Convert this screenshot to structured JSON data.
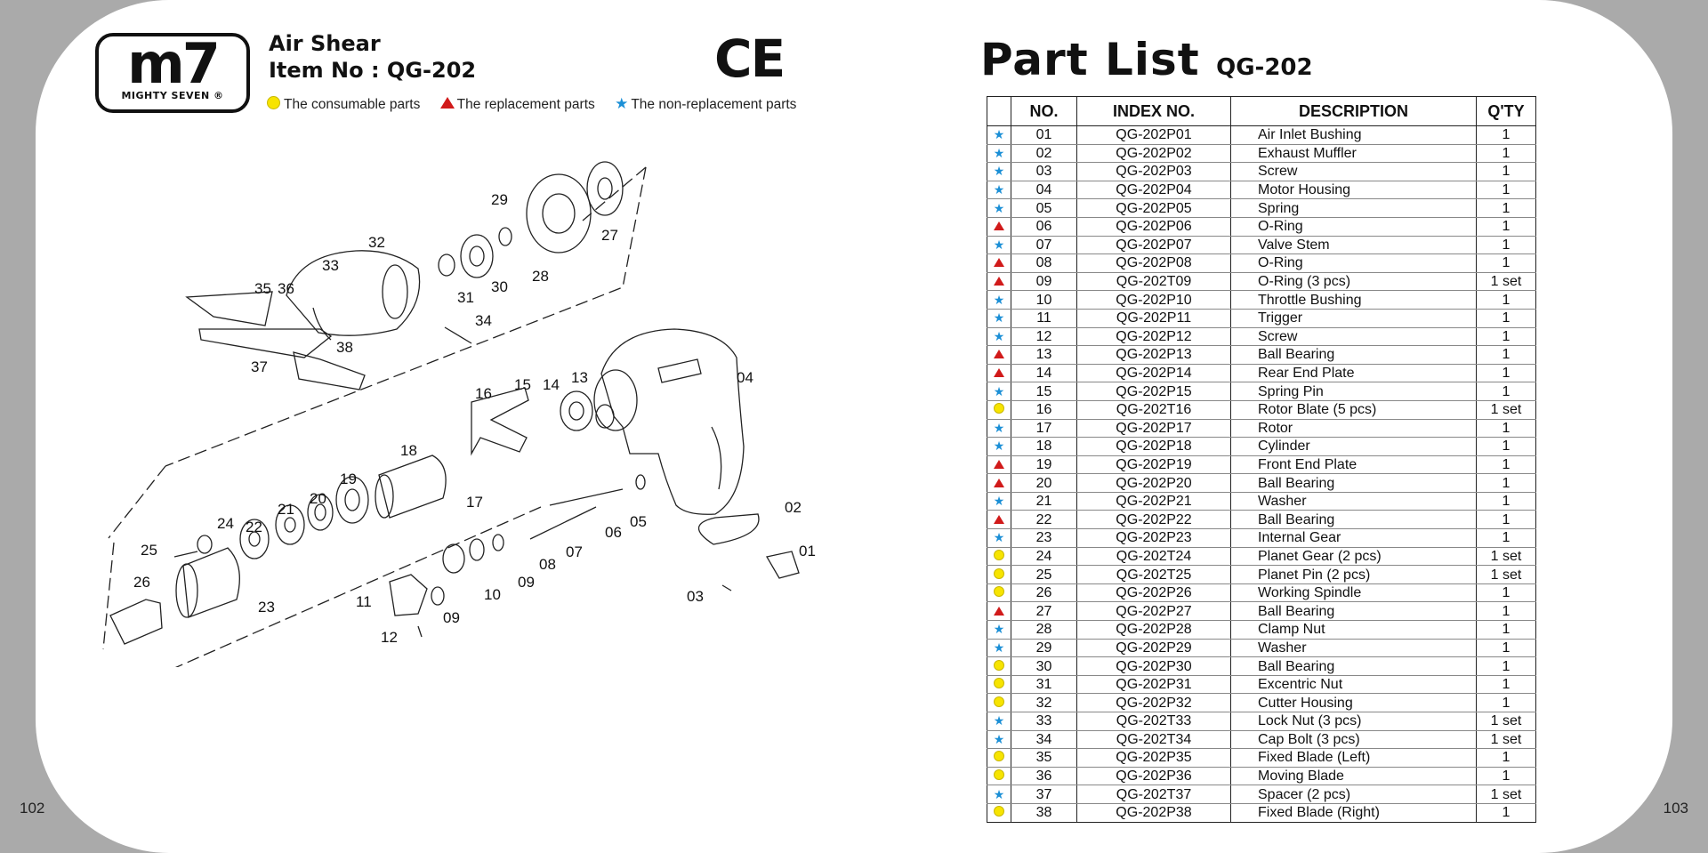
{
  "page_numbers": {
    "left": "102",
    "right": "103"
  },
  "logo": {
    "mark": "m7",
    "subtitle": "MIGHTY SEVEN ®"
  },
  "header": {
    "title": "Air Shear",
    "item_no": "Item No : QG-202",
    "ce_mark": "CE"
  },
  "legend": [
    {
      "symbol": "circle",
      "label": "The consumable parts"
    },
    {
      "symbol": "triangle",
      "label": "The replacement parts"
    },
    {
      "symbol": "star",
      "label": "The non-replacement parts"
    }
  ],
  "symbol_colors": {
    "circle": "#f7e400",
    "triangle": "#d11a1a",
    "star": "#1b8fd6"
  },
  "diagram_callouts": [
    "01",
    "02",
    "03",
    "04",
    "05",
    "06",
    "07",
    "08",
    "09",
    "09",
    "10",
    "11",
    "12",
    "13",
    "14",
    "15",
    "16",
    "17",
    "18",
    "19",
    "20",
    "21",
    "22",
    "23",
    "24",
    "25",
    "26",
    "27",
    "28",
    "29",
    "30",
    "31",
    "32",
    "33",
    "34",
    "35",
    "36",
    "37",
    "38"
  ],
  "part_list": {
    "title": "Part List",
    "model": "QG-202",
    "columns": [
      "",
      "NO.",
      "INDEX NO.",
      "DESCRIPTION",
      "Q'TY"
    ],
    "rows": [
      {
        "sym": "star",
        "no": "01",
        "index": "QG-202P01",
        "desc": "Air Inlet Bushing",
        "qty": "1"
      },
      {
        "sym": "star",
        "no": "02",
        "index": "QG-202P02",
        "desc": "Exhaust Muffler",
        "qty": "1"
      },
      {
        "sym": "star",
        "no": "03",
        "index": "QG-202P03",
        "desc": "Screw",
        "qty": "1"
      },
      {
        "sym": "star",
        "no": "04",
        "index": "QG-202P04",
        "desc": "Motor Housing",
        "qty": "1"
      },
      {
        "sym": "star",
        "no": "05",
        "index": "QG-202P05",
        "desc": "Spring",
        "qty": "1"
      },
      {
        "sym": "triangle",
        "no": "06",
        "index": "QG-202P06",
        "desc": "O-Ring",
        "qty": "1"
      },
      {
        "sym": "star",
        "no": "07",
        "index": "QG-202P07",
        "desc": "Valve Stem",
        "qty": "1"
      },
      {
        "sym": "triangle",
        "no": "08",
        "index": "QG-202P08",
        "desc": "O-Ring",
        "qty": "1"
      },
      {
        "sym": "triangle",
        "no": "09",
        "index": "QG-202T09",
        "desc": "O-Ring (3 pcs)",
        "qty": "1 set"
      },
      {
        "sym": "star",
        "no": "10",
        "index": "QG-202P10",
        "desc": "Throttle Bushing",
        "qty": "1"
      },
      {
        "sym": "star",
        "no": "11",
        "index": "QG-202P11",
        "desc": "Trigger",
        "qty": "1"
      },
      {
        "sym": "star",
        "no": "12",
        "index": "QG-202P12",
        "desc": "Screw",
        "qty": "1"
      },
      {
        "sym": "triangle",
        "no": "13",
        "index": "QG-202P13",
        "desc": "Ball Bearing",
        "qty": "1"
      },
      {
        "sym": "triangle",
        "no": "14",
        "index": "QG-202P14",
        "desc": "Rear End Plate",
        "qty": "1"
      },
      {
        "sym": "star",
        "no": "15",
        "index": "QG-202P15",
        "desc": "Spring Pin",
        "qty": "1"
      },
      {
        "sym": "circle",
        "no": "16",
        "index": "QG-202T16",
        "desc": "Rotor Blate (5 pcs)",
        "qty": "1 set"
      },
      {
        "sym": "star",
        "no": "17",
        "index": "QG-202P17",
        "desc": "Rotor",
        "qty": "1"
      },
      {
        "sym": "star",
        "no": "18",
        "index": "QG-202P18",
        "desc": "Cylinder",
        "qty": "1"
      },
      {
        "sym": "triangle",
        "no": "19",
        "index": "QG-202P19",
        "desc": "Front End Plate",
        "qty": "1"
      },
      {
        "sym": "triangle",
        "no": "20",
        "index": "QG-202P20",
        "desc": "Ball Bearing",
        "qty": "1"
      },
      {
        "sym": "star",
        "no": "21",
        "index": "QG-202P21",
        "desc": "Washer",
        "qty": "1"
      },
      {
        "sym": "triangle",
        "no": "22",
        "index": "QG-202P22",
        "desc": "Ball Bearing",
        "qty": "1"
      },
      {
        "sym": "star",
        "no": "23",
        "index": "QG-202P23",
        "desc": "Internal Gear",
        "qty": "1"
      },
      {
        "sym": "circle",
        "no": "24",
        "index": "QG-202T24",
        "desc": "Planet Gear (2 pcs)",
        "qty": "1 set"
      },
      {
        "sym": "circle",
        "no": "25",
        "index": "QG-202T25",
        "desc": "Planet Pin (2 pcs)",
        "qty": "1 set"
      },
      {
        "sym": "circle",
        "no": "26",
        "index": "QG-202P26",
        "desc": "Working Spindle",
        "qty": "1"
      },
      {
        "sym": "triangle",
        "no": "27",
        "index": "QG-202P27",
        "desc": "Ball Bearing",
        "qty": "1"
      },
      {
        "sym": "star",
        "no": "28",
        "index": "QG-202P28",
        "desc": "Clamp Nut",
        "qty": "1"
      },
      {
        "sym": "star",
        "no": "29",
        "index": "QG-202P29",
        "desc": "Washer",
        "qty": "1"
      },
      {
        "sym": "circle",
        "no": "30",
        "index": "QG-202P30",
        "desc": "Ball Bearing",
        "qty": "1"
      },
      {
        "sym": "circle",
        "no": "31",
        "index": "QG-202P31",
        "desc": "Excentric Nut",
        "qty": "1"
      },
      {
        "sym": "circle",
        "no": "32",
        "index": "QG-202P32",
        "desc": "Cutter Housing",
        "qty": "1"
      },
      {
        "sym": "star",
        "no": "33",
        "index": "QG-202T33",
        "desc": "Lock Nut (3 pcs)",
        "qty": "1 set"
      },
      {
        "sym": "star",
        "no": "34",
        "index": "QG-202T34",
        "desc": "Cap Bolt (3 pcs)",
        "qty": "1 set"
      },
      {
        "sym": "circle",
        "no": "35",
        "index": "QG-202P35",
        "desc": "Fixed Blade (Left)",
        "qty": "1"
      },
      {
        "sym": "circle",
        "no": "36",
        "index": "QG-202P36",
        "desc": "Moving Blade",
        "qty": "1"
      },
      {
        "sym": "star",
        "no": "37",
        "index": "QG-202T37",
        "desc": "Spacer (2 pcs)",
        "qty": "1 set"
      },
      {
        "sym": "circle",
        "no": "38",
        "index": "QG-202P38",
        "desc": "Fixed Blade (Right)",
        "qty": "1"
      }
    ]
  }
}
